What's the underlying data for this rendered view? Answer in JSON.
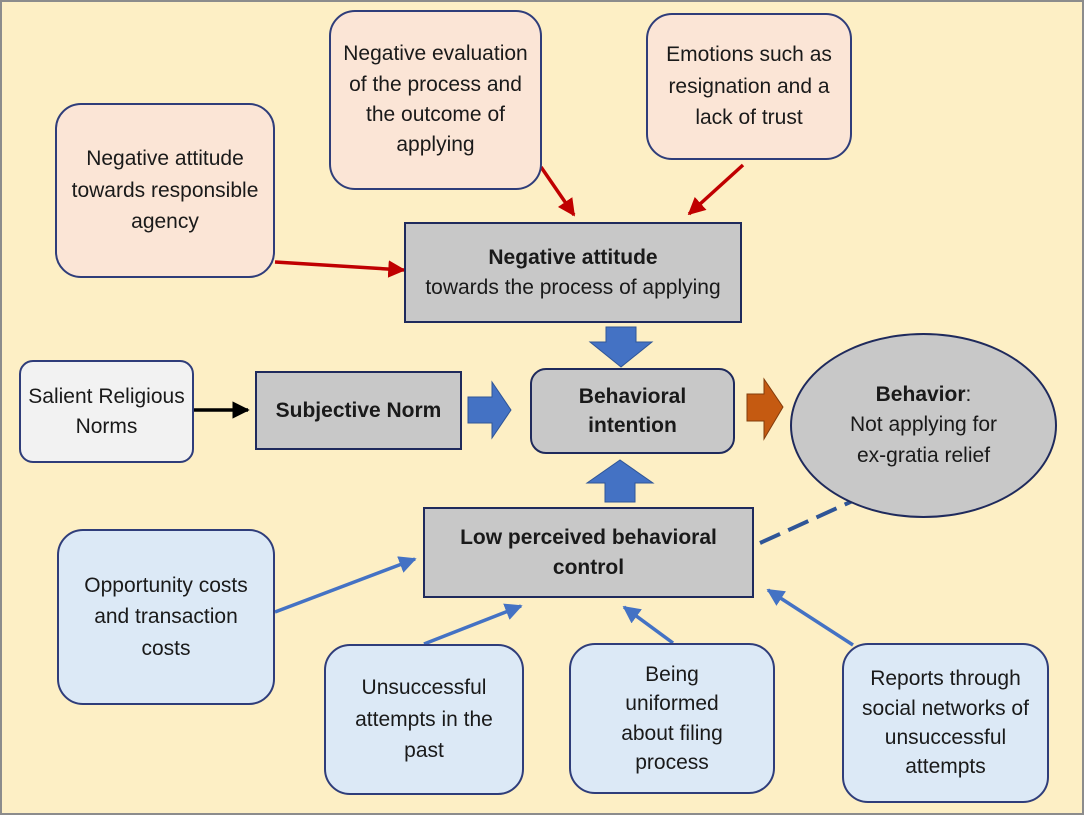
{
  "colors": {
    "background": "#fdefc5",
    "pink_box": "#fbe5d6",
    "blue_box": "#dce9f6",
    "gray_box": "#c8c8c8",
    "border": "#2f3d7a",
    "red_arrow": "#c00000",
    "blue_arrow": "#4472c4",
    "orange_arrow": "#c55a11"
  },
  "nodes": {
    "neg_attitude_agency": "Negative attitude towards responsible agency",
    "neg_evaluation": "Negative evaluation of the process and the outcome of applying",
    "emotions": "Emotions such as resignation and a lack of trust",
    "neg_attitude_process": {
      "title": "Negative attitude",
      "body": "towards the process of applying"
    },
    "religious_norms": "Salient Religious Norms",
    "subjective_norm": "Subjective Norm",
    "behavioral_intention": "Behavioral intention",
    "behavior": {
      "title": "Behavior",
      "colon": ":",
      "body": "Not applying for ex-gratia relief"
    },
    "low_control": "Low perceived behavioral control",
    "opportunity_costs": "Opportunity costs and transaction costs",
    "unsuccessful_attempts": "Unsuccessful attempts in the past",
    "uninformed": "Being uniformed about filing process",
    "social_reports": "Reports through social networks of unsuccessful attempts"
  }
}
